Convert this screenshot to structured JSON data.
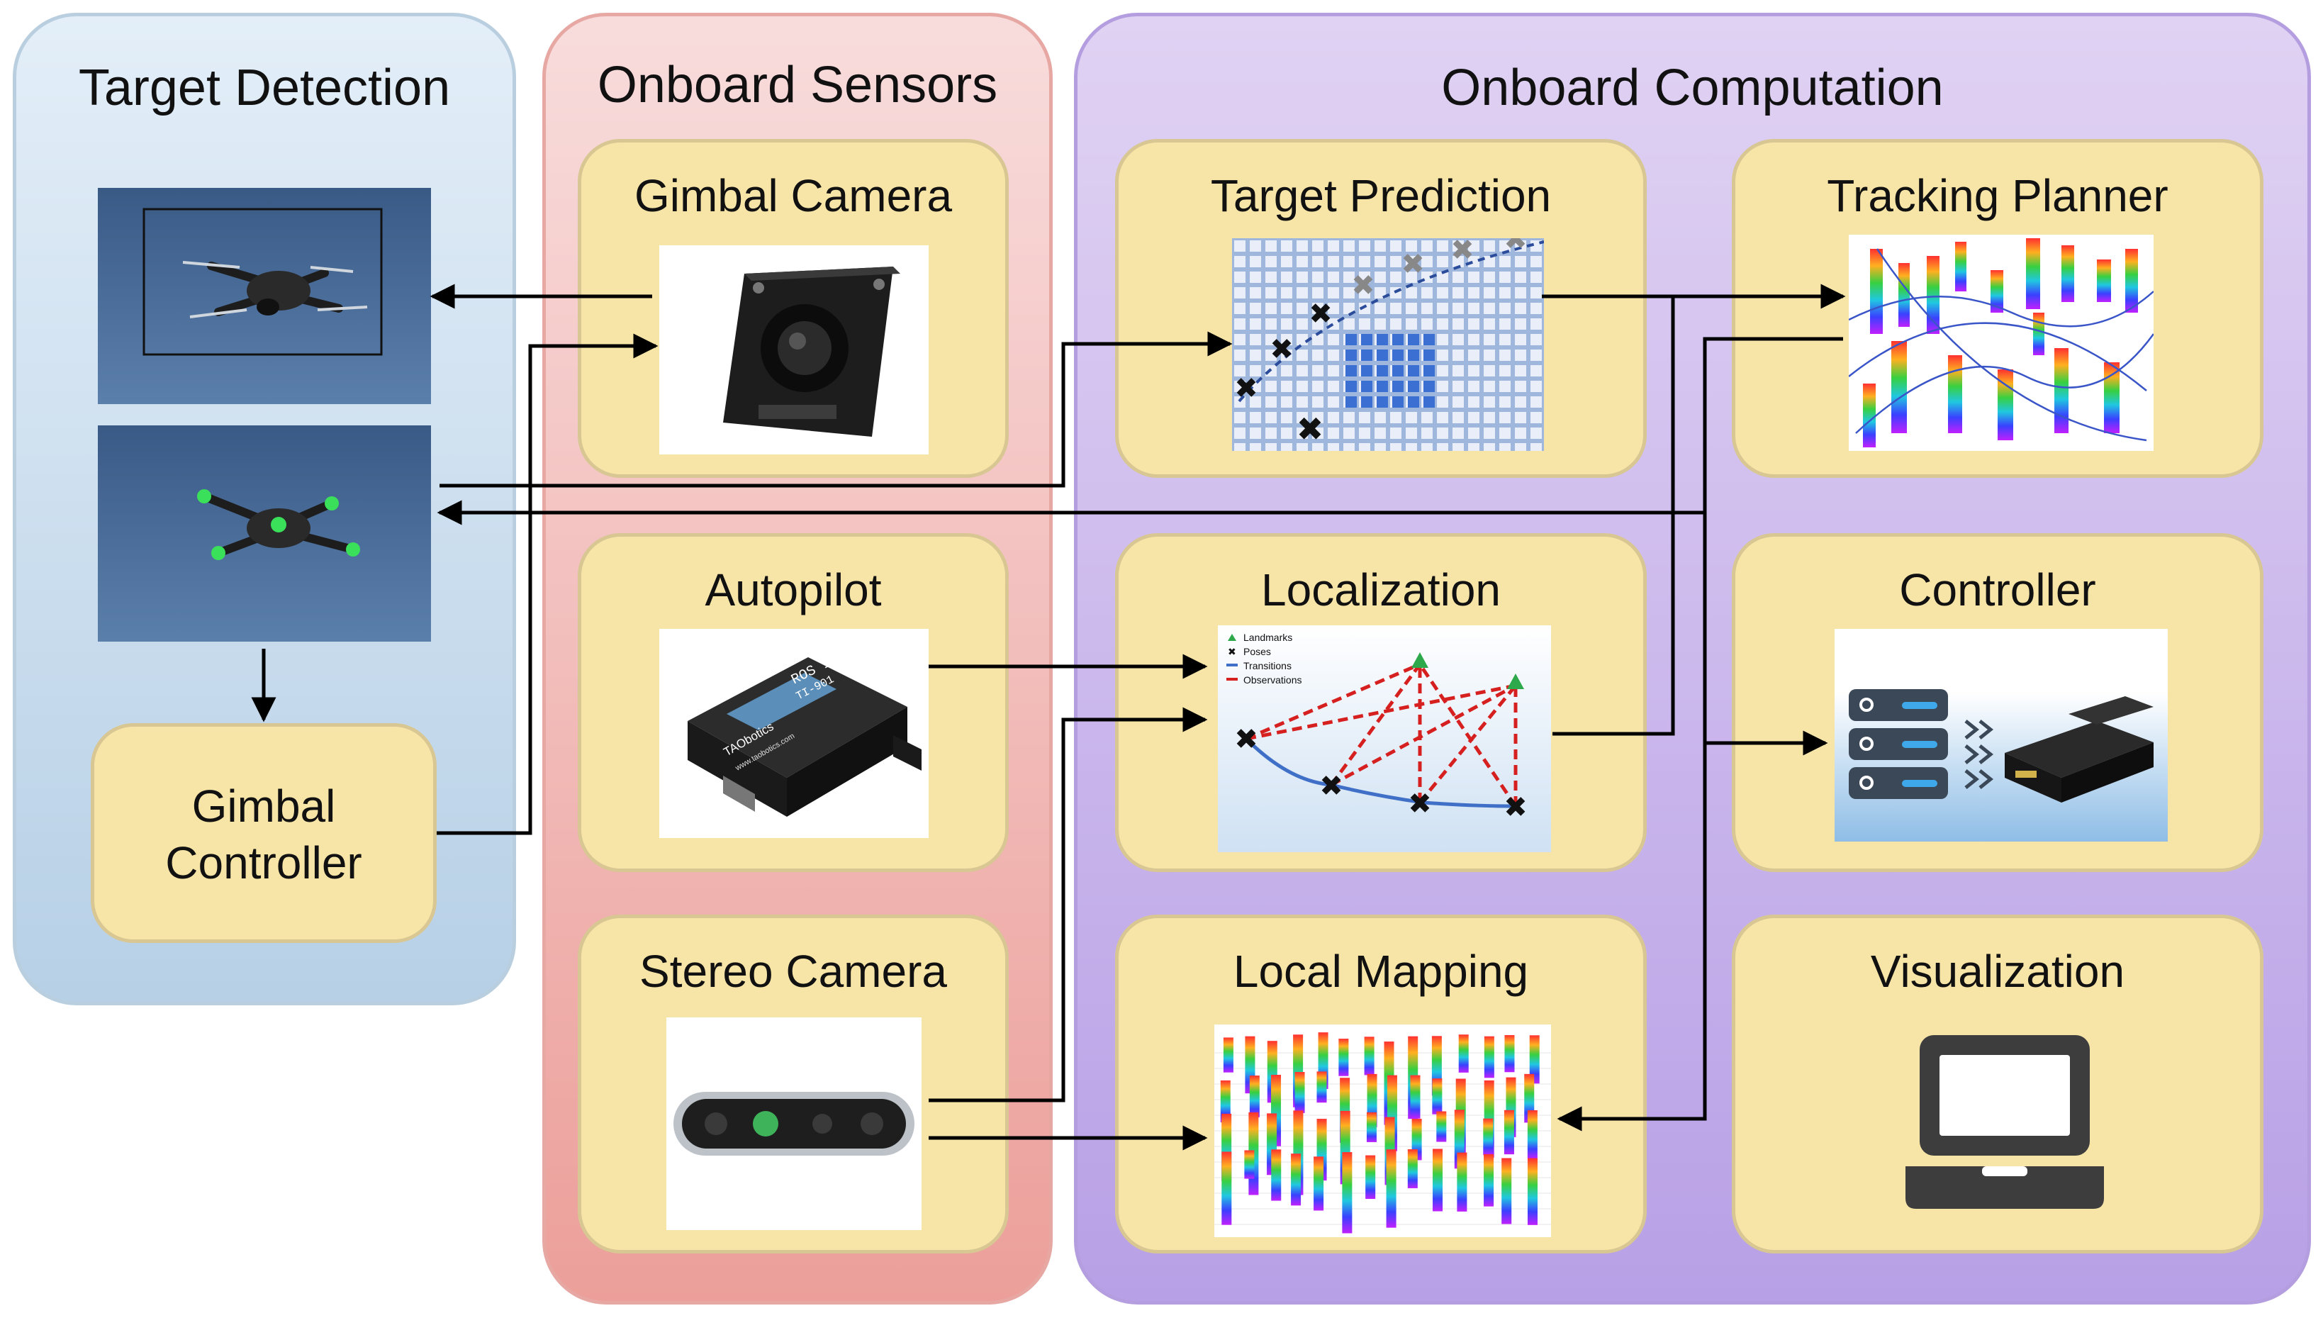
{
  "groups": {
    "target_detection": "Target Detection",
    "onboard_sensors": "Onboard Sensors",
    "onboard_computation": "Onboard Computation"
  },
  "modules": {
    "gimbal_controller": [
      "Gimbal",
      "Controller"
    ],
    "gimbal_camera": "Gimbal Camera",
    "autopilot": "Autopilot",
    "stereo_camera": "Stereo Camera",
    "target_prediction": "Target Prediction",
    "tracking_planner": "Tracking Planner",
    "localization": "Localization",
    "controller": "Controller",
    "local_mapping": "Local Mapping",
    "visualization": "Visualization"
  },
  "localization_legend": [
    "Landmarks",
    "Poses",
    "Transitions",
    "Observations"
  ],
  "imu_label": {
    "title": "ROS IMU",
    "model": "TI-901",
    "brand": "TAObotics",
    "url": "www.taobotics.com"
  },
  "icons": {
    "drone": "quadcopter-photo",
    "camera": "camera-module-icon",
    "imu": "imu-box-icon",
    "stereo": "depth-camera-icon",
    "laptop": "laptop-icon",
    "server": "server-icon"
  },
  "colors": {
    "target_bg": "#cfe0ef",
    "sensors_bg": "#f2b9b6",
    "compute_bg": "#cbb7ec",
    "module": "#f7e5a8",
    "arrow": "#000000"
  }
}
